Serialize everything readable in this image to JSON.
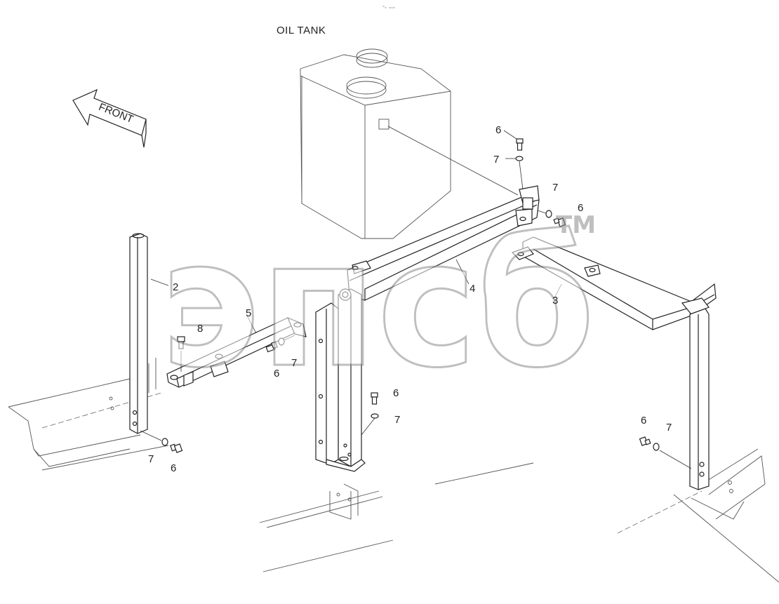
{
  "header": {
    "code": "ᵐ₀ ₀₀₀"
  },
  "diagram": {
    "title": "OIL TANK",
    "front_label": "FRONT",
    "watermark": {
      "text": "эпсб",
      "tm": "TM"
    },
    "part_labels": {
      "p2": "2",
      "p3": "3",
      "p4": "4",
      "p5": "5",
      "p6a": "6",
      "p6b": "6",
      "p6c": "6",
      "p6d": "6",
      "p6e": "6",
      "p6f": "6",
      "p7a": "7",
      "p7b": "7",
      "p7c": "7",
      "p7d": "7",
      "p7e": "7",
      "p7f": "7",
      "p8": "8"
    }
  },
  "colors": {
    "line": "#222222",
    "faint": "#555555",
    "watermark": "#9a9a9a"
  }
}
